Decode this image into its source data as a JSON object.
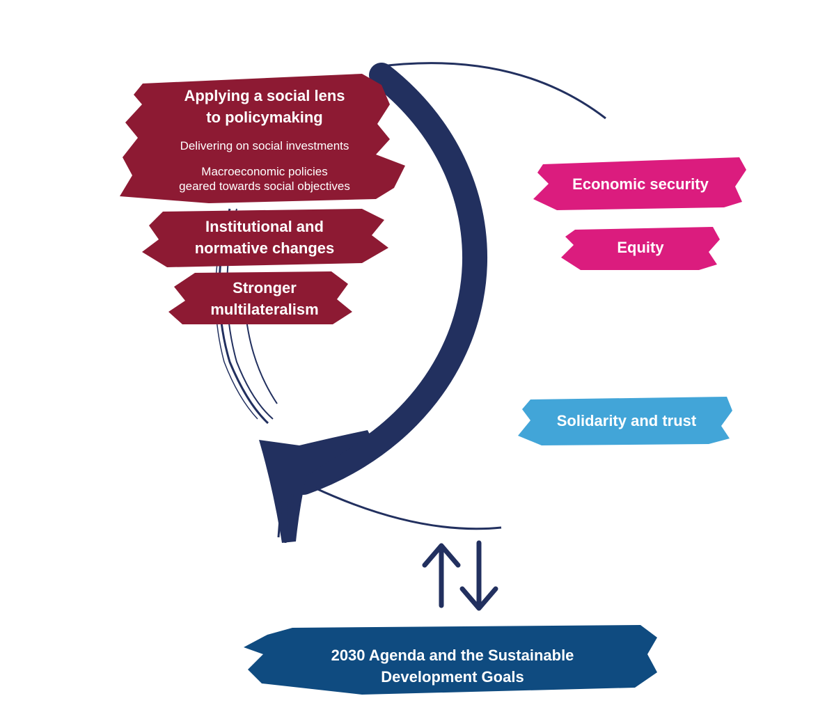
{
  "colors": {
    "cycle": "#22305f",
    "policy": "#8d1a33",
    "outcome_pink": "#db1c7e",
    "outcome_blue": "#42a5d8",
    "agenda": "#0f4b80"
  },
  "policy_block": {
    "title_line1": "Applying a social lens",
    "title_line2": "to policymaking",
    "sub1": "Delivering on social investments",
    "sub2_line1": "Macroeconomic policies",
    "sub2_line2": "geared towards social objectives"
  },
  "institutional": {
    "line1": "Institutional and",
    "line2": "normative changes"
  },
  "multilateral": {
    "line1": "Stronger",
    "line2": "multilateralism"
  },
  "outcomes": {
    "economic_security": "Economic security",
    "equity": "Equity",
    "solidarity": "Solidarity and trust"
  },
  "agenda": {
    "line1": "2030 Agenda and the Sustainable",
    "line2": "Development Goals"
  }
}
